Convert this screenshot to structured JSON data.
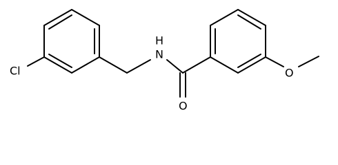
{
  "molecule": {
    "labels": {
      "chlorine": "Cl",
      "nitrogen_hydrogen": "H",
      "nitrogen": "N",
      "carbonyl_oxygen": "O",
      "methoxy_oxygen": "O"
    }
  }
}
